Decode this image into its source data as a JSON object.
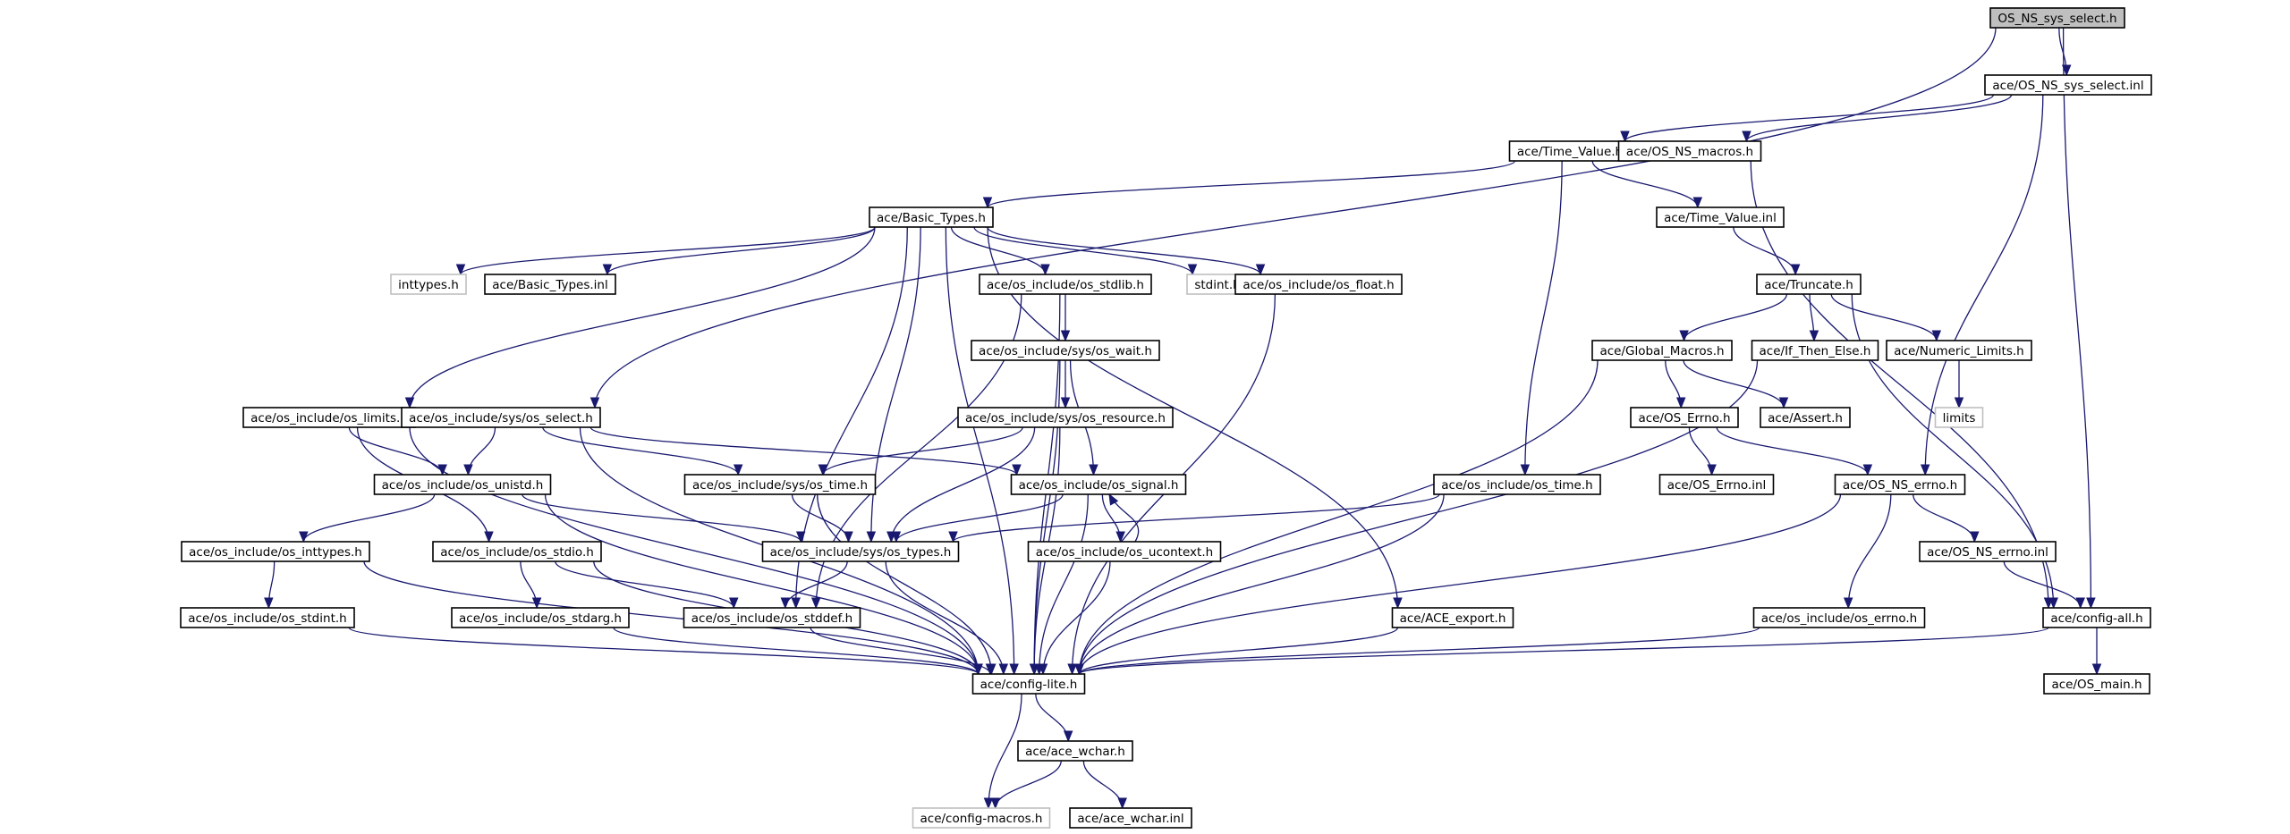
{
  "graph": {
    "type": "include-dependency-graph",
    "nodes": {
      "root": "OS_NS_sys_select.h",
      "sys_select_inl": "ace/OS_NS_sys_select.inl",
      "time_value_h": "ace/Time_Value.h",
      "os_ns_macros": "ace/OS_NS_macros.h",
      "basic_types": "ace/Basic_Types.h",
      "time_value_inl": "ace/Time_Value.inl",
      "inttypes": "inttypes.h",
      "basic_types_inl": "ace/Basic_Types.inl",
      "os_stdlib": "ace/os_include/os_stdlib.h",
      "stdint": "stdint.h",
      "os_float": "ace/os_include/os_float.h",
      "truncate": "ace/Truncate.h",
      "os_wait": "ace/os_include/sys/os_wait.h",
      "global_macros": "ace/Global_Macros.h",
      "if_then_else": "ace/If_Then_Else.h",
      "numeric_limits": "ace/Numeric_Limits.h",
      "os_limits": "ace/os_include/os_limits.h",
      "os_select": "ace/os_include/sys/os_select.h",
      "os_resource": "ace/os_include/sys/os_resource.h",
      "os_errno_h": "ace/OS_Errno.h",
      "assert": "ace/Assert.h",
      "limits": "limits",
      "os_unistd": "ace/os_include/os_unistd.h",
      "sys_os_time": "ace/os_include/sys/os_time.h",
      "os_signal": "ace/os_include/os_signal.h",
      "os_time": "ace/os_include/os_time.h",
      "os_errno_inl": "ace/OS_Errno.inl",
      "os_ns_errno_h": "ace/OS_NS_errno.h",
      "os_inttypes": "ace/os_include/os_inttypes.h",
      "os_stdio": "ace/os_include/os_stdio.h",
      "os_types": "ace/os_include/sys/os_types.h",
      "os_ucontext": "ace/os_include/os_ucontext.h",
      "os_ns_errno_inl": "ace/OS_NS_errno.inl",
      "os_stdint": "ace/os_include/os_stdint.h",
      "os_stdarg": "ace/os_include/os_stdarg.h",
      "os_stddef": "ace/os_include/os_stddef.h",
      "ace_export": "ace/ACE_export.h",
      "os_errno": "ace/os_include/os_errno.h",
      "config_all": "ace/config-all.h",
      "config_lite": "ace/config-lite.h",
      "os_main": "ace/OS_main.h",
      "ace_wchar_h": "ace/ace_wchar.h",
      "config_macros": "ace/config-macros.h",
      "ace_wchar_inl": "ace/ace_wchar.inl"
    },
    "external_nodes": [
      "inttypes",
      "stdint",
      "limits",
      "config_macros"
    ],
    "edges": [
      [
        "root",
        "sys_select_inl"
      ],
      [
        "root",
        "os_select"
      ],
      [
        "root",
        "config_all"
      ],
      [
        "sys_select_inl",
        "time_value_h"
      ],
      [
        "sys_select_inl",
        "os_ns_macros"
      ],
      [
        "sys_select_inl",
        "os_ns_errno_h"
      ],
      [
        "os_ns_macros",
        "config_all"
      ],
      [
        "time_value_h",
        "basic_types"
      ],
      [
        "time_value_h",
        "time_value_inl"
      ],
      [
        "time_value_h",
        "os_time"
      ],
      [
        "time_value_inl",
        "truncate"
      ],
      [
        "truncate",
        "global_macros"
      ],
      [
        "truncate",
        "if_then_else"
      ],
      [
        "truncate",
        "numeric_limits"
      ],
      [
        "truncate",
        "config_all"
      ],
      [
        "numeric_limits",
        "limits"
      ],
      [
        "global_macros",
        "os_errno_h"
      ],
      [
        "global_macros",
        "assert"
      ],
      [
        "global_macros",
        "config_lite"
      ],
      [
        "if_then_else",
        "config_lite"
      ],
      [
        "os_errno_h",
        "os_errno_inl"
      ],
      [
        "os_errno_h",
        "os_ns_errno_h"
      ],
      [
        "os_ns_errno_h",
        "os_ns_errno_inl"
      ],
      [
        "os_ns_errno_h",
        "os_errno"
      ],
      [
        "os_ns_errno_h",
        "config_lite"
      ],
      [
        "os_ns_errno_inl",
        "config_all"
      ],
      [
        "os_errno",
        "config_lite"
      ],
      [
        "config_all",
        "os_main"
      ],
      [
        "config_all",
        "config_lite"
      ],
      [
        "basic_types",
        "inttypes"
      ],
      [
        "basic_types",
        "basic_types_inl"
      ],
      [
        "basic_types",
        "os_stdlib"
      ],
      [
        "basic_types",
        "stdint"
      ],
      [
        "basic_types",
        "os_float"
      ],
      [
        "basic_types",
        "os_limits"
      ],
      [
        "basic_types",
        "os_types"
      ],
      [
        "basic_types",
        "os_stddef"
      ],
      [
        "basic_types",
        "ace_export"
      ],
      [
        "basic_types",
        "config_lite"
      ],
      [
        "os_stdlib",
        "os_wait"
      ],
      [
        "os_stdlib",
        "os_stddef"
      ],
      [
        "os_stdlib",
        "config_lite"
      ],
      [
        "os_float",
        "config_lite"
      ],
      [
        "os_wait",
        "os_resource"
      ],
      [
        "os_wait",
        "os_signal"
      ],
      [
        "os_wait",
        "config_lite"
      ],
      [
        "os_resource",
        "sys_os_time"
      ],
      [
        "os_resource",
        "os_types"
      ],
      [
        "os_resource",
        "config_lite"
      ],
      [
        "os_limits",
        "os_unistd"
      ],
      [
        "os_limits",
        "os_stdio"
      ],
      [
        "os_limits",
        "config_lite"
      ],
      [
        "os_select",
        "os_unistd"
      ],
      [
        "os_select",
        "sys_os_time"
      ],
      [
        "os_select",
        "os_signal"
      ],
      [
        "os_select",
        "config_lite"
      ],
      [
        "os_unistd",
        "os_inttypes"
      ],
      [
        "os_unistd",
        "os_types"
      ],
      [
        "os_unistd",
        "config_lite"
      ],
      [
        "os_inttypes",
        "os_stdint"
      ],
      [
        "os_inttypes",
        "config_lite"
      ],
      [
        "os_stdint",
        "config_lite"
      ],
      [
        "sys_os_time",
        "os_types"
      ],
      [
        "sys_os_time",
        "config_lite"
      ],
      [
        "os_signal",
        "os_types"
      ],
      [
        "os_signal",
        "os_ucontext"
      ],
      [
        "os_signal",
        "config_lite"
      ],
      [
        "os_ucontext",
        "os_signal"
      ],
      [
        "os_ucontext",
        "config_lite"
      ],
      [
        "os_time",
        "os_types"
      ],
      [
        "os_time",
        "config_lite"
      ],
      [
        "os_stdio",
        "os_stdarg"
      ],
      [
        "os_stdio",
        "os_stddef"
      ],
      [
        "os_stdio",
        "config_lite"
      ],
      [
        "os_stdarg",
        "config_lite"
      ],
      [
        "os_types",
        "os_stddef"
      ],
      [
        "os_types",
        "config_lite"
      ],
      [
        "os_stddef",
        "config_lite"
      ],
      [
        "ace_export",
        "config_lite"
      ],
      [
        "config_lite",
        "ace_wchar_h"
      ],
      [
        "config_lite",
        "config_macros"
      ],
      [
        "ace_wchar_h",
        "config_macros"
      ],
      [
        "ace_wchar_h",
        "ace_wchar_inl"
      ]
    ]
  },
  "colors": {
    "edge": "#191970",
    "node_border": "#000000",
    "external_border": "#bfbfbf",
    "root_fill": "#bfbfbf"
  }
}
